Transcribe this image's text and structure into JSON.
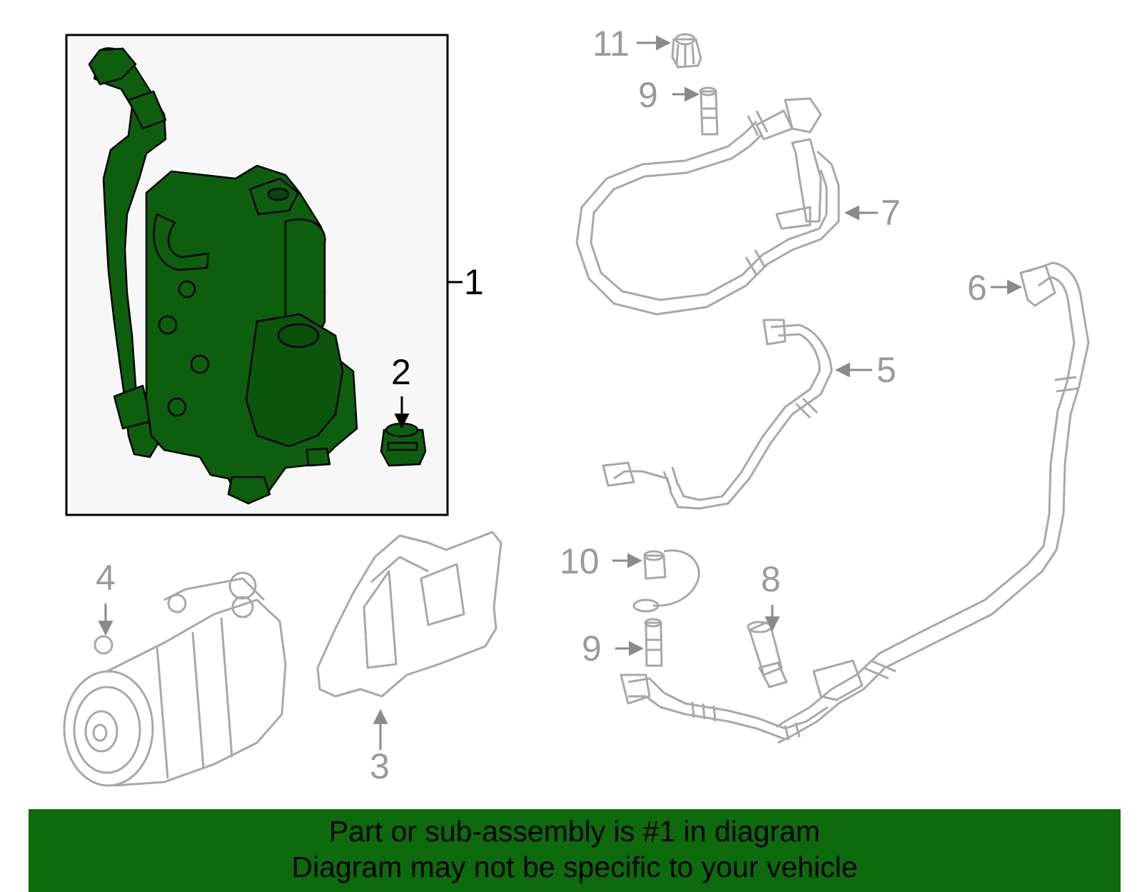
{
  "callouts": {
    "c1": "1",
    "c2": "2",
    "c3": "3",
    "c4": "4",
    "c5": "5",
    "c6": "6",
    "c7": "7",
    "c8": "8",
    "c9a": "9",
    "c9b": "9",
    "c10": "10",
    "c11": "11"
  },
  "footer": {
    "line1": "Part or sub-assembly is #1 in diagram",
    "line2": "Diagram may not be specific to your vehicle"
  },
  "colors": {
    "highlight_part": "#0d5f0d",
    "footer_band": "#0d6a0d",
    "muted_line": "#a8a8a8",
    "panel_bg": "#f7f7f7"
  },
  "icons": {
    "arrow": "arrow-icon"
  }
}
